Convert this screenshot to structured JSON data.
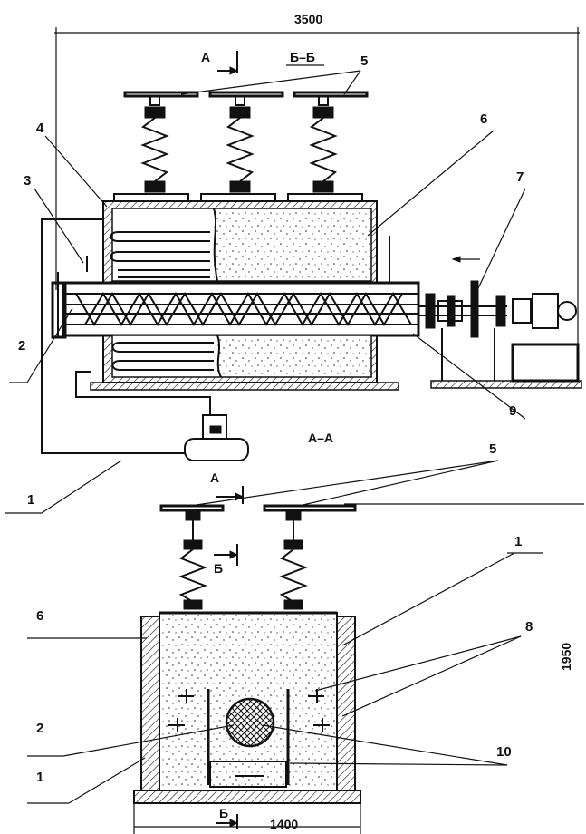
{
  "dimensions": {
    "width_top": "3500",
    "width_bottom": "1400",
    "height_right": "1950"
  },
  "section_marks": {
    "a_top": "А",
    "bb_title": "Б–Б",
    "aa_title": "А–А",
    "a_mid": "А",
    "b_mid": "Б",
    "b_bottom": "Б"
  },
  "callouts": {
    "top": [
      "4",
      "3",
      "2",
      "5",
      "6",
      "7",
      "9"
    ],
    "link": "1",
    "bottom": [
      "5",
      "1",
      "8",
      "6",
      "2",
      "10",
      "1"
    ]
  }
}
